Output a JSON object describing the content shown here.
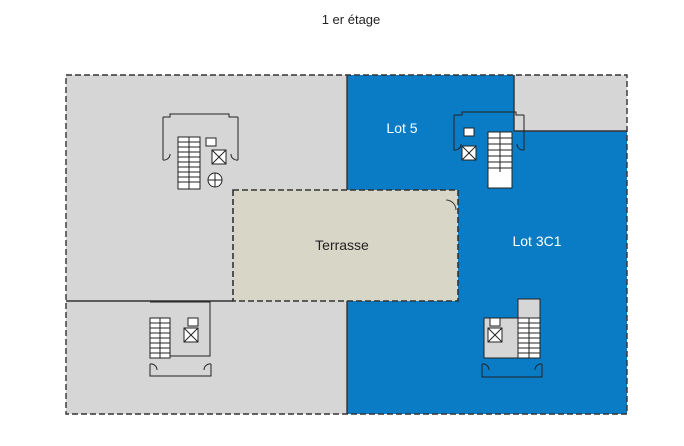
{
  "plan": {
    "title": "1 er étage",
    "colors": {
      "common_zone": "#d6d6d6",
      "lot_zone": "#0a7cc6",
      "terrace": "#d8d6c6",
      "wall": "#333333",
      "label_on_blue": "#ffffff",
      "label_on_light": "#222222"
    },
    "zones": [
      {
        "id": "parties-communes-nord",
        "label": ""
      },
      {
        "id": "parties-communes-sud",
        "label": ""
      },
      {
        "id": "parties-communes-angle",
        "label": ""
      },
      {
        "id": "lot-5",
        "label": "Lot 5"
      },
      {
        "id": "lot-3c1",
        "label": "Lot 3C1"
      },
      {
        "id": "terrasse",
        "label": "Terrasse"
      }
    ],
    "cores": [
      {
        "id": "core-nord-ouest",
        "icons": [
          "staircase-icon",
          "elevator-icon",
          "toilet-icon"
        ]
      },
      {
        "id": "core-nord-est",
        "icons": [
          "staircase-icon",
          "elevator-icon",
          "toilet-icon"
        ]
      },
      {
        "id": "core-sud-ouest",
        "icons": [
          "staircase-icon",
          "elevator-icon",
          "toilet-icon"
        ]
      },
      {
        "id": "core-sud-est",
        "icons": [
          "staircase-icon",
          "elevator-icon",
          "toilet-icon"
        ]
      }
    ]
  }
}
